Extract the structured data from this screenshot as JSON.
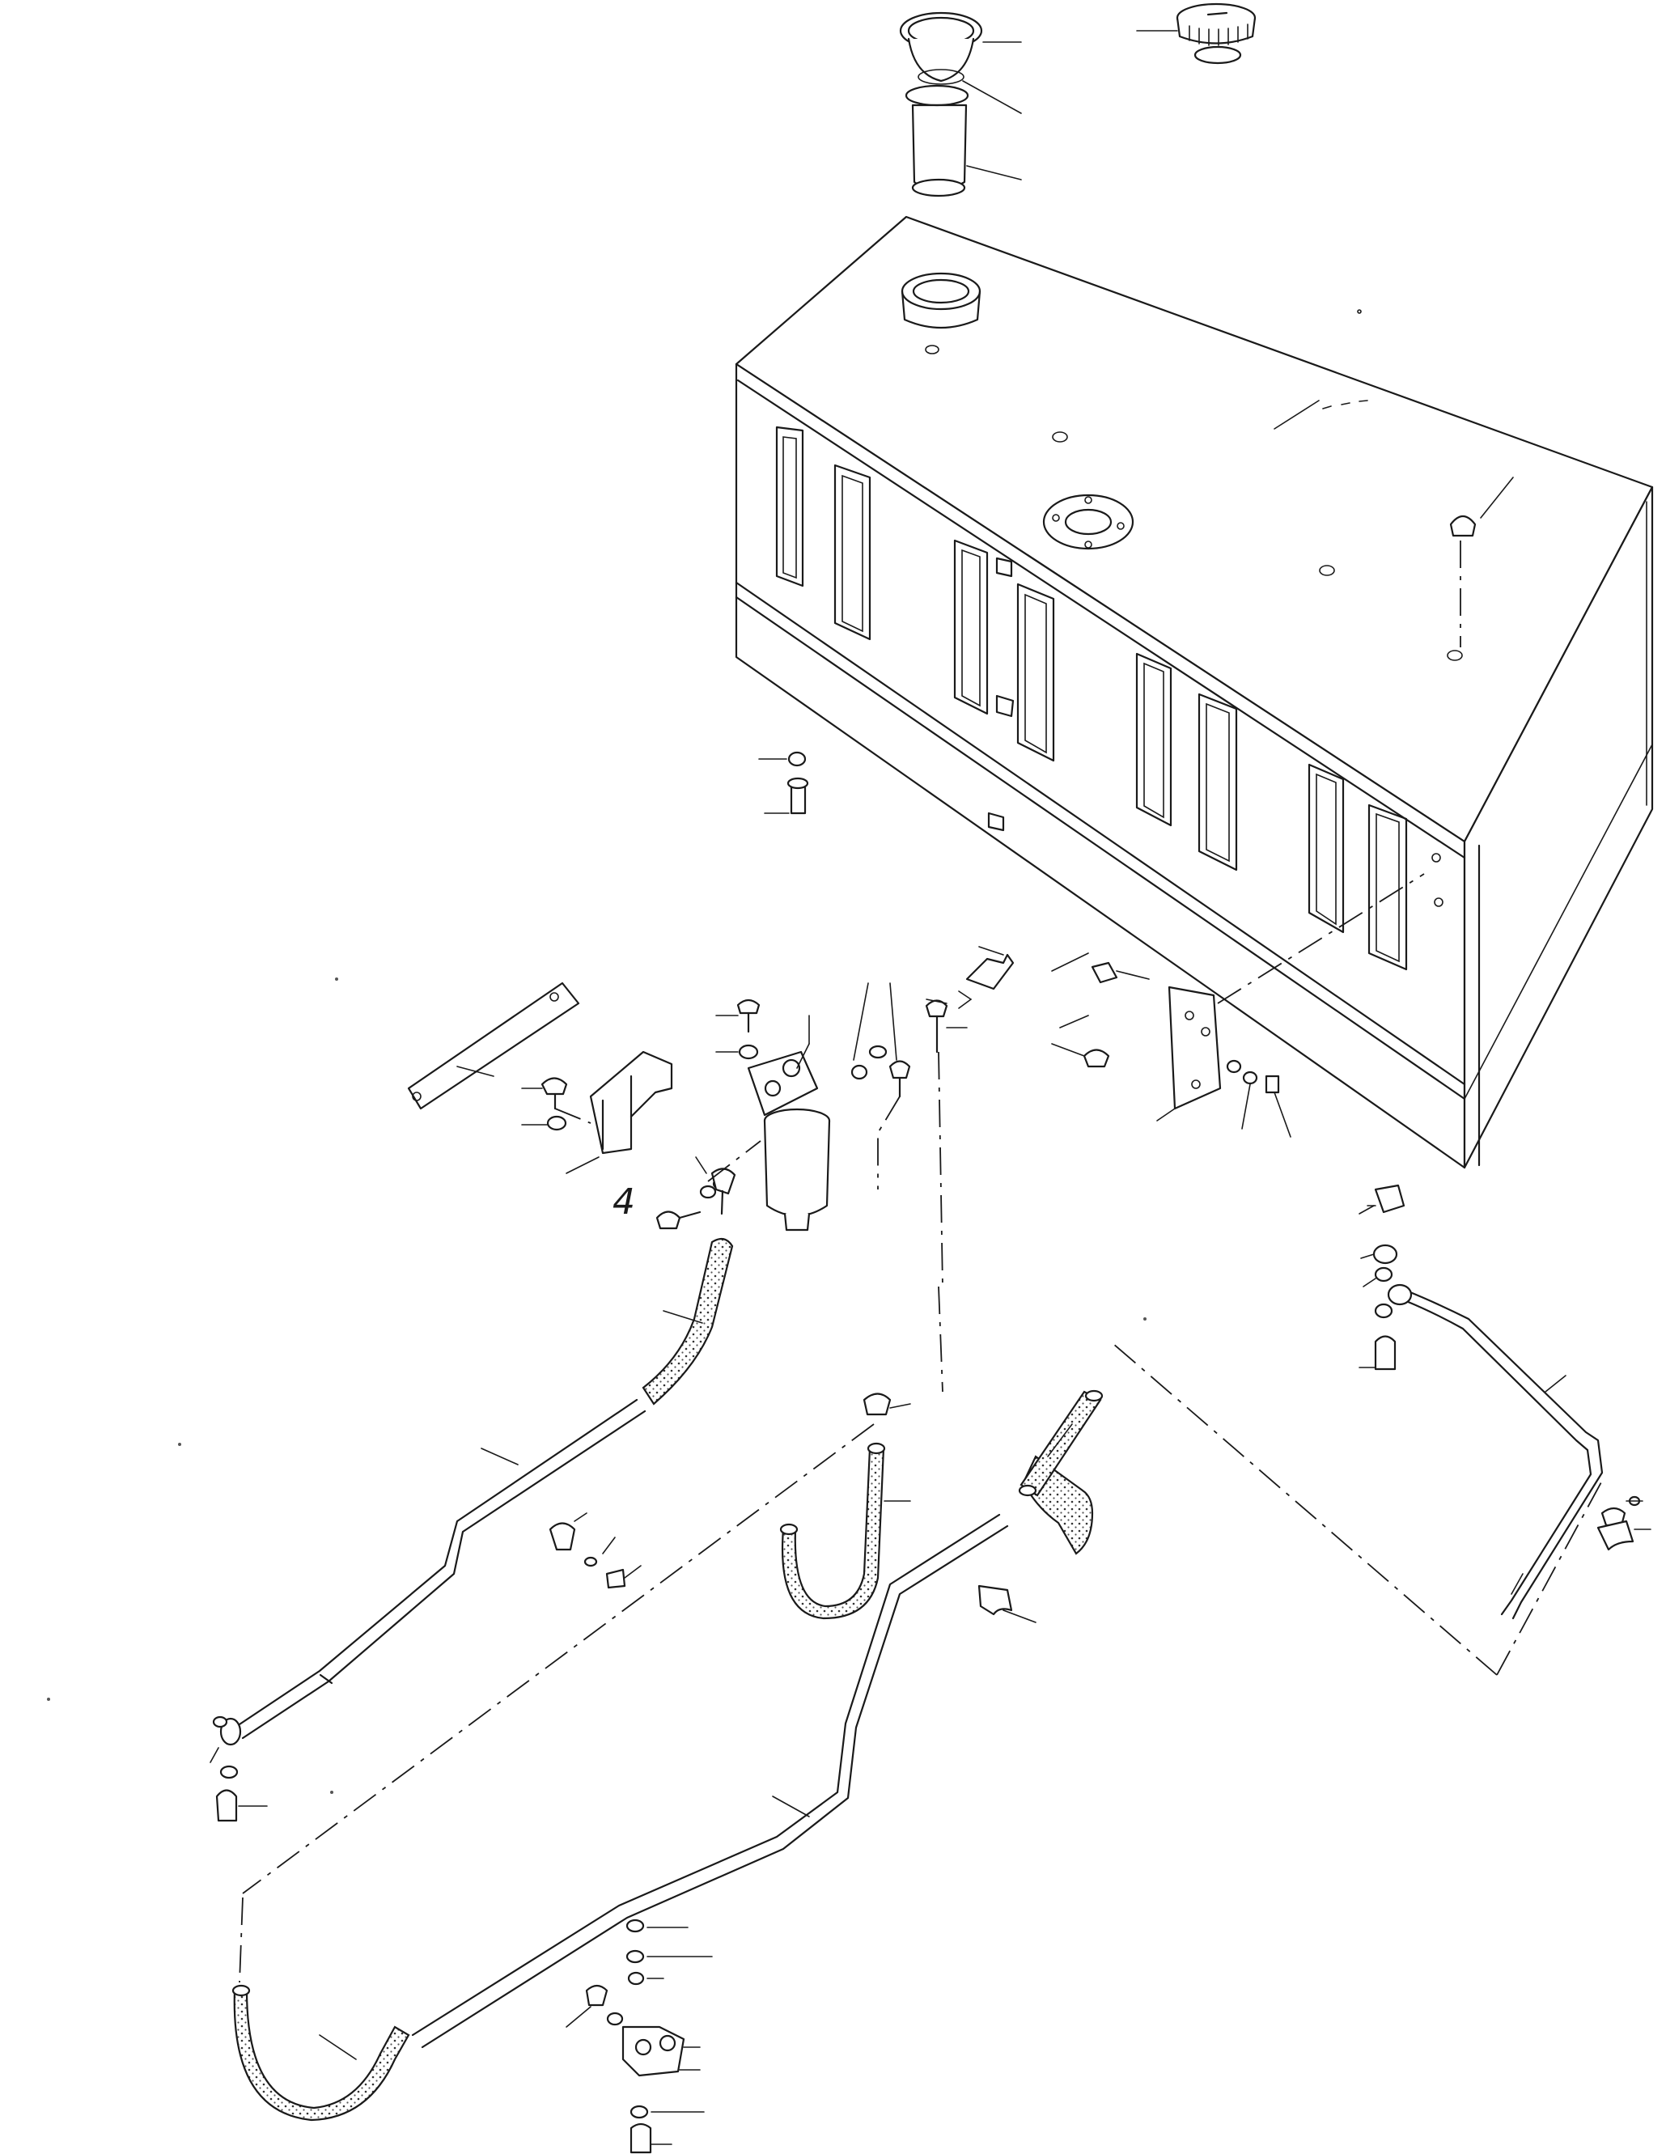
{
  "diagram": {
    "type": "exploded parts diagram",
    "callout_labels": [
      "4"
    ],
    "colors": {
      "ink": "#1a1a1a",
      "paper": "#ffffff"
    },
    "components": [
      "filler-cap-ring",
      "filler-strainer",
      "filler-cap",
      "fuel-tank",
      "tank-drain-plug",
      "tank-sender-flange",
      "fuel-filter",
      "filter-mount-bracket",
      "support-strap",
      "clamp-bracket",
      "fuel-hose-upper",
      "fuel-line-left",
      "fuel-hose-u",
      "fuel-hose-right",
      "fuel-line-long",
      "fuel-hose-bottom-u",
      "return-line-right",
      "banjo-fitting-left",
      "banjo-fitting-right",
      "pipe-clip"
    ]
  }
}
